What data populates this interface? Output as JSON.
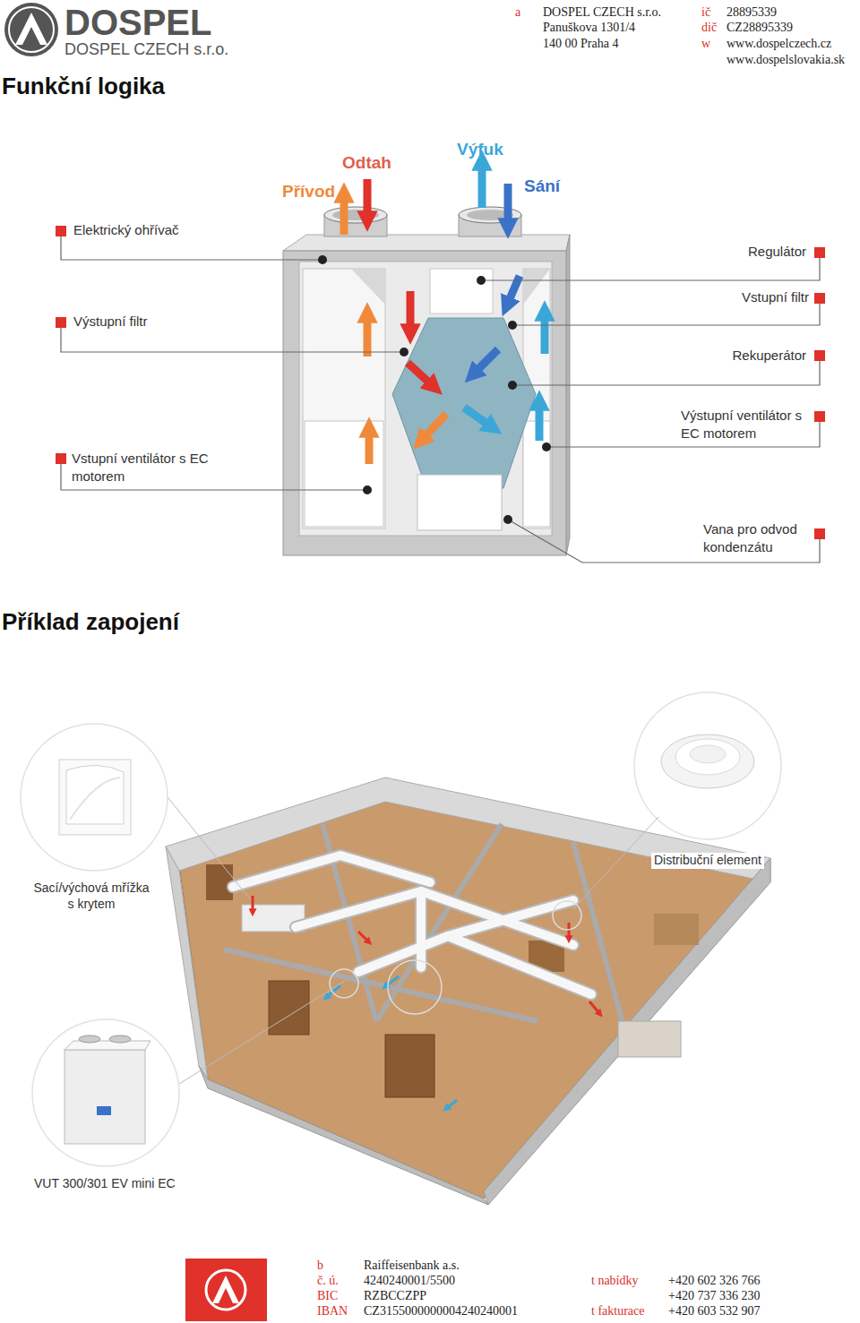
{
  "diagram": {
    "title": "Funkční logika",
    "labels": [
      "DOSPEL",
      "DOSPEL CZECH s.r.o.",
      "a",
      "DOSPEL CZECH s.r.o.",
      "Panuškova 1301/4",
      "140 00 Praha 4",
      "ič",
      "28895339",
      "dič",
      "CZ28895339",
      "w",
      "www.dospelczech.cz",
      "www.dospelslovakia.sk",
      "Přívod",
      "Odtah",
      "Výfuk",
      "Sání",
      "Elektrický ohřívač",
      "Výstupní filtr",
      "Vstupní ventilátor s EC motorem",
      "Regulátor",
      "Vstupní filtr",
      "Rekuperátor",
      "Výstupní ventilátor s EC motorem",
      "Vana pro odvod kondenzátu",
      "Příklad zapojení",
      "Sací/výchová mřížka s krytem",
      "Distribuční element",
      "VUT 300/301 EV mini EC",
      "b",
      "Raiffeisenbank a.s.",
      "č. ú.",
      "4240240001/5500",
      "BIC",
      "RZBCCZPP",
      "IBAN",
      "CZ3155000000004240240001",
      "t nabídky",
      "+420 602 326 766",
      "+420 737 336 230",
      "t fakturace",
      "+420 603 532 907"
    ]
  }
}
